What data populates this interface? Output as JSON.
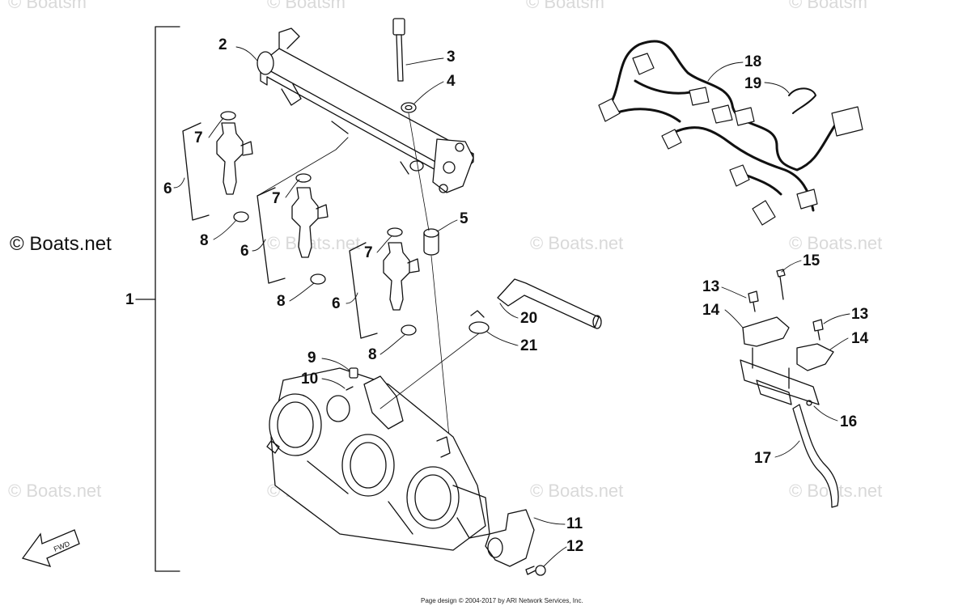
{
  "watermark": {
    "primary": "© Boats.net",
    "faint": "© Boats.net",
    "faint_top": "© Boatsm"
  },
  "fwd_label": "FWD",
  "footer": "Page design © 2004-2017 by ARI Network Services, Inc.",
  "callouts": [
    {
      "id": "1",
      "text": "1"
    },
    {
      "id": "2",
      "text": "2"
    },
    {
      "id": "3",
      "text": "3"
    },
    {
      "id": "4",
      "text": "4"
    },
    {
      "id": "5",
      "text": "5"
    },
    {
      "id": "6a",
      "text": "6"
    },
    {
      "id": "6b",
      "text": "6"
    },
    {
      "id": "6c",
      "text": "6"
    },
    {
      "id": "7a",
      "text": "7"
    },
    {
      "id": "7b",
      "text": "7"
    },
    {
      "id": "7c",
      "text": "7"
    },
    {
      "id": "8a",
      "text": "8"
    },
    {
      "id": "8b",
      "text": "8"
    },
    {
      "id": "8c",
      "text": "8"
    },
    {
      "id": "9",
      "text": "9"
    },
    {
      "id": "10",
      "text": "10"
    },
    {
      "id": "11",
      "text": "11"
    },
    {
      "id": "12",
      "text": "12"
    },
    {
      "id": "13a",
      "text": "13"
    },
    {
      "id": "13b",
      "text": "13"
    },
    {
      "id": "14a",
      "text": "14"
    },
    {
      "id": "14b",
      "text": "14"
    },
    {
      "id": "15",
      "text": "15"
    },
    {
      "id": "16",
      "text": "16"
    },
    {
      "id": "17",
      "text": "17"
    },
    {
      "id": "18",
      "text": "18"
    },
    {
      "id": "19",
      "text": "19"
    },
    {
      "id": "20",
      "text": "20"
    },
    {
      "id": "21",
      "text": "21"
    }
  ]
}
